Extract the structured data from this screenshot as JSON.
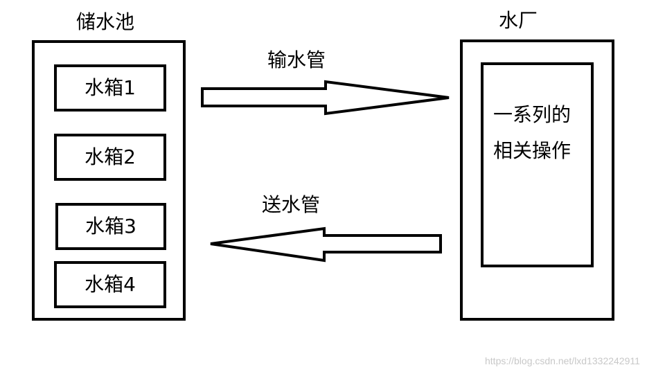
{
  "reservoir": {
    "title": "储水池",
    "tanks": [
      "水箱1",
      "水箱2",
      "水箱3",
      "水箱4"
    ]
  },
  "plant": {
    "title": "水厂",
    "process_lines": [
      "一系列的",
      "相关操作"
    ]
  },
  "arrows": {
    "inlet_label": "输水管",
    "outlet_label": "送水管"
  },
  "watermark": "https://blog.csdn.net/lxd1332242911"
}
